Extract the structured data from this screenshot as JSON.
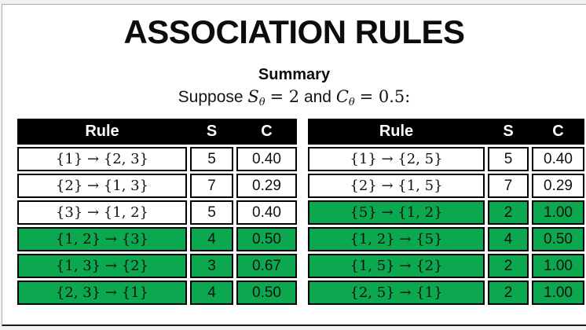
{
  "page": {
    "title": "ASSOCIATION RULES",
    "subtitle": "Summary"
  },
  "suppose": {
    "prefix": "Suppose",
    "support_symbol": "S",
    "support_subscript": "θ",
    "support_value": "= 2",
    "conjunction": "and",
    "confidence_symbol": "C",
    "confidence_subscript": "θ",
    "confidence_value": "= 0.5:"
  },
  "colors": {
    "highlight_green": "#0ba84f",
    "header_bg": "#000000",
    "header_text": "#ffffff",
    "cell_border": "#000000",
    "slide_bg": "#ffffff",
    "canvas_bg": "#f0f1f2"
  },
  "tables": [
    {
      "headers": [
        "Rule",
        "S",
        "C"
      ],
      "rows": [
        {
          "rule": "{1} → {2, 3}",
          "s": "5",
          "c": "0.40",
          "highlighted": false
        },
        {
          "rule": "{2} → {1, 3}",
          "s": "7",
          "c": "0.29",
          "highlighted": false
        },
        {
          "rule": "{3} → {1, 2}",
          "s": "5",
          "c": "0.40",
          "highlighted": false
        },
        {
          "rule": "{1, 2} → {3}",
          "s": "4",
          "c": "0.50",
          "highlighted": true
        },
        {
          "rule": "{1, 3} → {2}",
          "s": "3",
          "c": "0.67",
          "highlighted": true
        },
        {
          "rule": "{2, 3} → {1}",
          "s": "4",
          "c": "0.50",
          "highlighted": true
        }
      ]
    },
    {
      "headers": [
        "Rule",
        "S",
        "C"
      ],
      "rows": [
        {
          "rule": "{1} → {2, 5}",
          "s": "5",
          "c": "0.40",
          "highlighted": false
        },
        {
          "rule": "{2} → {1, 5}",
          "s": "7",
          "c": "0.29",
          "highlighted": false
        },
        {
          "rule": "{5} → {1, 2}",
          "s": "2",
          "c": "1.00",
          "highlighted": true
        },
        {
          "rule": "{1, 2} → {5}",
          "s": "4",
          "c": "0.50",
          "highlighted": true
        },
        {
          "rule": "{1, 5} → {2}",
          "s": "2",
          "c": "1.00",
          "highlighted": true
        },
        {
          "rule": "{2, 5} → {1}",
          "s": "2",
          "c": "1.00",
          "highlighted": true
        }
      ]
    }
  ]
}
